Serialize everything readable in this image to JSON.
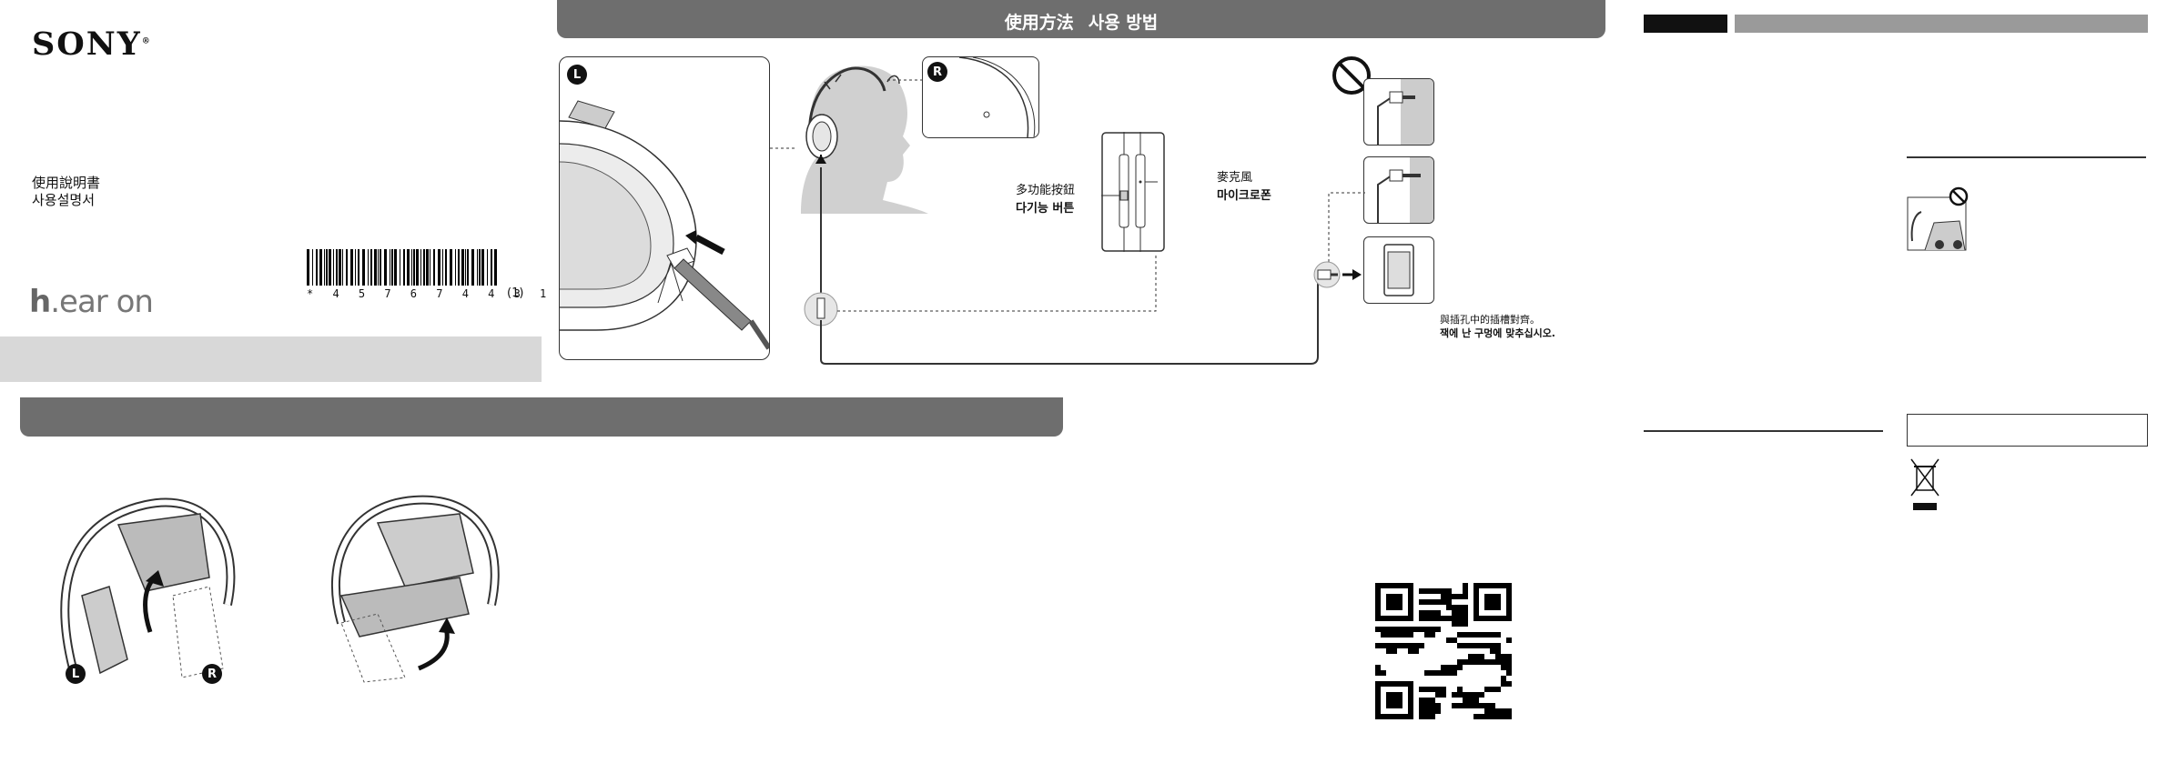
{
  "cover": {
    "brand": "SONY",
    "brand_mark": "®",
    "title_zh": "使用說明書",
    "title_ko": "사용설명서",
    "product_logo_h": "h",
    "product_logo_rest": ".ear on",
    "barcode_number": "* 4 5 7 6 7 4 4 3 1 *",
    "revision": "(1)"
  },
  "usage_section": {
    "heading_zh": "使用方法",
    "heading_ko": "사용 방법",
    "badge_left": "L",
    "badge_right": "R",
    "multi_button_zh": "多功能按鈕",
    "multi_button_ko": "다기능 버튼",
    "microphone_zh": "麥克風",
    "microphone_ko": "마이크로폰",
    "insert_note_zh": "與插孔中的插槽對齊。",
    "insert_note_ko": "잭에 난 구멍에 맞추십시오."
  },
  "fold_section": {
    "badge_left": "L",
    "badge_right": "R"
  },
  "colors": {
    "band": "#6e6e6e",
    "cover_gray": "#d8d8d8",
    "head_silhouette": "#d0d0d0"
  },
  "icons": [
    "prohibited-icon",
    "arrow-icon",
    "recycle-bin-crossed-icon",
    "qr-code"
  ]
}
